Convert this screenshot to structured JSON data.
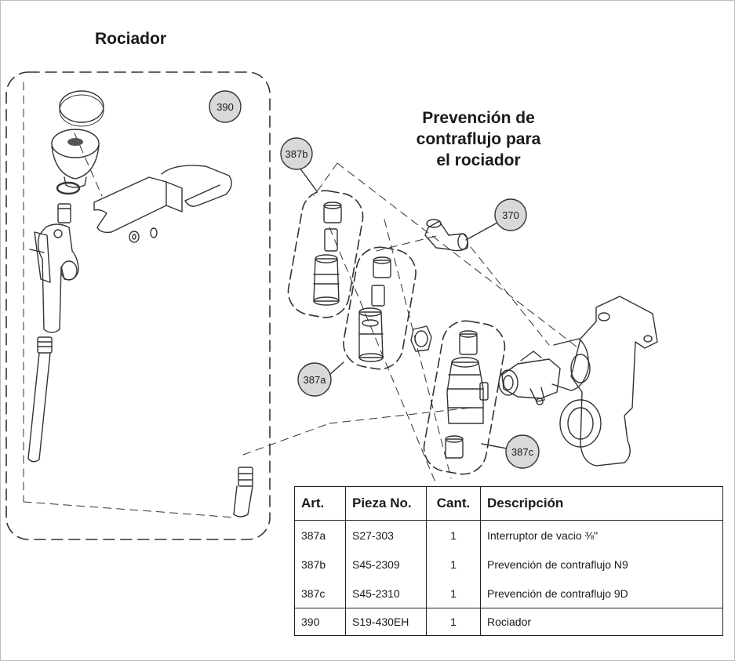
{
  "headings": {
    "sprayer": "Rociador",
    "backflow_line1": "Prevención de",
    "backflow_line2": "contraflujo para",
    "backflow_line3": "el rociador"
  },
  "callouts": {
    "c390": "390",
    "c387b": "387b",
    "c370": "370",
    "c387a": "387a",
    "c387c": "387c"
  },
  "table": {
    "headers": [
      "Art.",
      "Pieza No.",
      "Cant.",
      "Descripción"
    ],
    "rows": [
      {
        "art": "387a",
        "part": "S27-303",
        "qty": "1",
        "desc": "Interruptor de vacio ⅜\""
      },
      {
        "art": "387b",
        "part": "S45-2309",
        "qty": "1",
        "desc": "Prevención de contraflujo N9"
      },
      {
        "art": "387c",
        "part": "S45-2310",
        "qty": "1",
        "desc": "Prevención de contraflujo 9D"
      },
      {
        "art": "390",
        "part": "S19-430EH",
        "qty": "1",
        "desc": "Rociador"
      }
    ]
  },
  "colors": {
    "callout_fill": "#d9d9d9",
    "line": "#333333"
  }
}
